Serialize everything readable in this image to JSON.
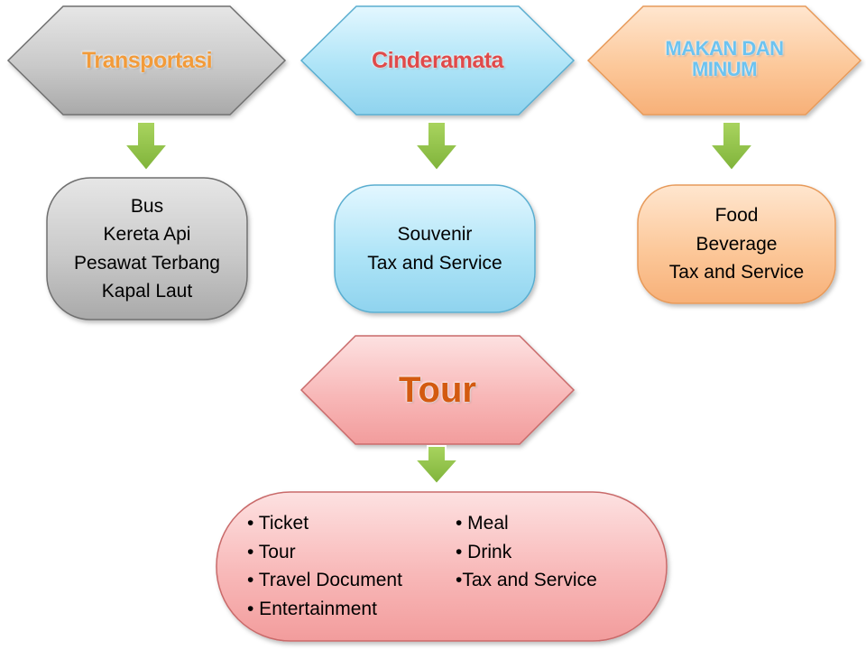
{
  "diagram": {
    "categories": [
      {
        "id": "transport",
        "title": "Transportasi",
        "items": [
          "Bus",
          "Kereta Api",
          "Pesawat Terbang",
          "Kapal Laut"
        ],
        "colors": {
          "fill": "#c8c8c8",
          "stroke": "#6f6f6f"
        }
      },
      {
        "id": "cinderamata",
        "title": "Cinderamata",
        "items": [
          "Souvenir",
          "Tax and Service"
        ],
        "colors": {
          "fill": "#aee4f7",
          "stroke": "#5aaed0"
        }
      },
      {
        "id": "makan",
        "title_lines": [
          "MAKAN DAN",
          "MINUM"
        ],
        "items": [
          "Food",
          "Beverage",
          "Tax and Service"
        ],
        "colors": {
          "fill": "#fcc89a",
          "stroke": "#e79a5a"
        }
      }
    ],
    "tour": {
      "title": "Tour",
      "left_items": [
        "• Ticket",
        "• Tour",
        "• Travel Document",
        "• Entertainment"
      ],
      "right_items": [
        "• Meal",
        "• Drink",
        "•Tax and Service"
      ],
      "colors": {
        "fill": "#f8b8b8",
        "stroke": "#c96a6a"
      }
    },
    "arrow_color": "#8bbf3f"
  }
}
